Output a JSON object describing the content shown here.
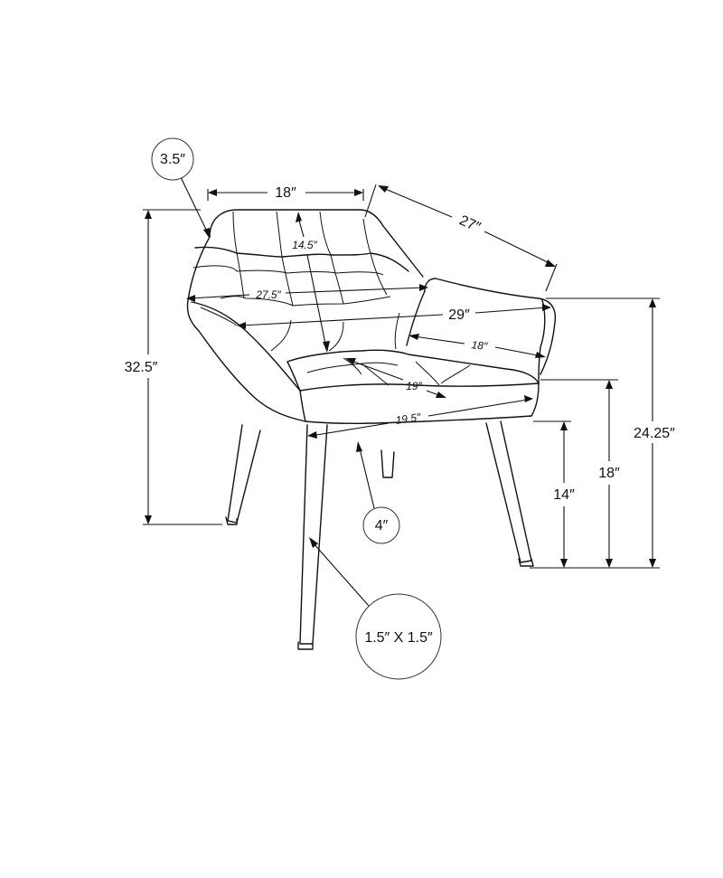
{
  "dimensions": {
    "seat_depth_top": "18″",
    "overall_depth": "27″",
    "arm_height_callout": "3.5″",
    "back_height": "14.5″",
    "inner_back_width": "27.5″",
    "overall_width": "29″",
    "arm_inner_depth": "18″",
    "seat_depth": "19″",
    "seat_width": "19.5″",
    "overall_height": "32.5″",
    "arm_height": "24.25″",
    "seat_height": "18″",
    "leg_height": "14″",
    "seat_thickness_callout": "4″",
    "leg_size_callout": "1.5″ X 1.5″"
  }
}
